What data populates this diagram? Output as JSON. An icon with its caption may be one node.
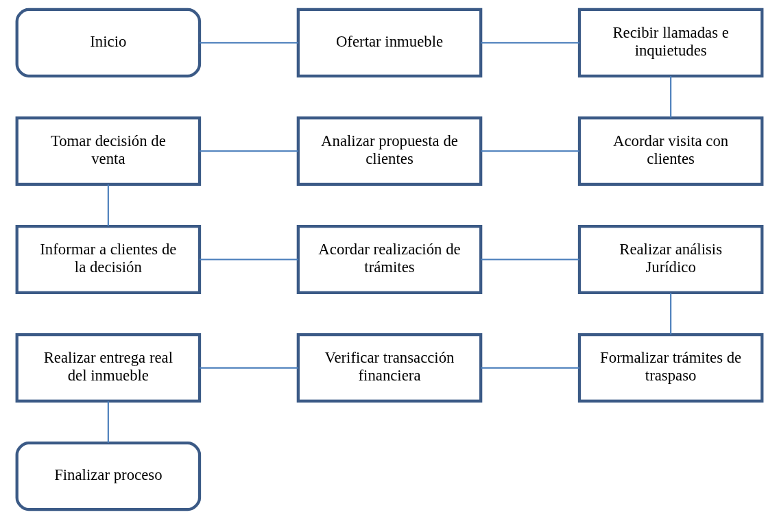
{
  "diagram": {
    "nodes": [
      {
        "text": [
          "Inicio"
        ]
      },
      {
        "text": [
          "Ofertar inmueble"
        ]
      },
      {
        "text": [
          "Recibir llamadas e inquietudes"
        ]
      },
      {
        "text": [
          "Tomar decisión de venta"
        ]
      },
      {
        "text": [
          "Analizar propuesta de clientes"
        ]
      },
      {
        "text": [
          "Acordar visita con clientes"
        ]
      },
      {
        "text": [
          "Informar a clientes de la decisión"
        ]
      },
      {
        "text": [
          "Acordar realización de trámites"
        ]
      },
      {
        "text": [
          "Realizar análisis Jurídico"
        ]
      },
      {
        "text": [
          "Realizar entrega real del inmueble"
        ]
      },
      {
        "text": [
          "Verificar transacción financiera"
        ]
      },
      {
        "text": [
          "Formalizar trámites de traspaso"
        ]
      },
      {
        "text": [
          "Finalizar proceso"
        ]
      }
    ],
    "edges": [
      {
        "from": 0,
        "to": 1,
        "arrow": "none"
      },
      {
        "from": 1,
        "to": 2,
        "arrow": "none"
      },
      {
        "from": 2,
        "to": 5,
        "arrow": "none"
      },
      {
        "from": 5,
        "to": 4,
        "arrow": "none"
      },
      {
        "from": 4,
        "to": 3,
        "arrow": "none"
      },
      {
        "from": 3,
        "to": 6,
        "arrow": "none"
      },
      {
        "from": 6,
        "to": 7,
        "arrow": "none"
      },
      {
        "from": 7,
        "to": 8,
        "arrow": "none"
      },
      {
        "from": 8,
        "to": 11,
        "arrow": "none"
      },
      {
        "from": 11,
        "to": 10,
        "arrow": "none"
      },
      {
        "from": 10,
        "to": 9,
        "arrow": "none"
      },
      {
        "from": 9,
        "to": 12,
        "arrow": "none"
      }
    ]
  }
}
